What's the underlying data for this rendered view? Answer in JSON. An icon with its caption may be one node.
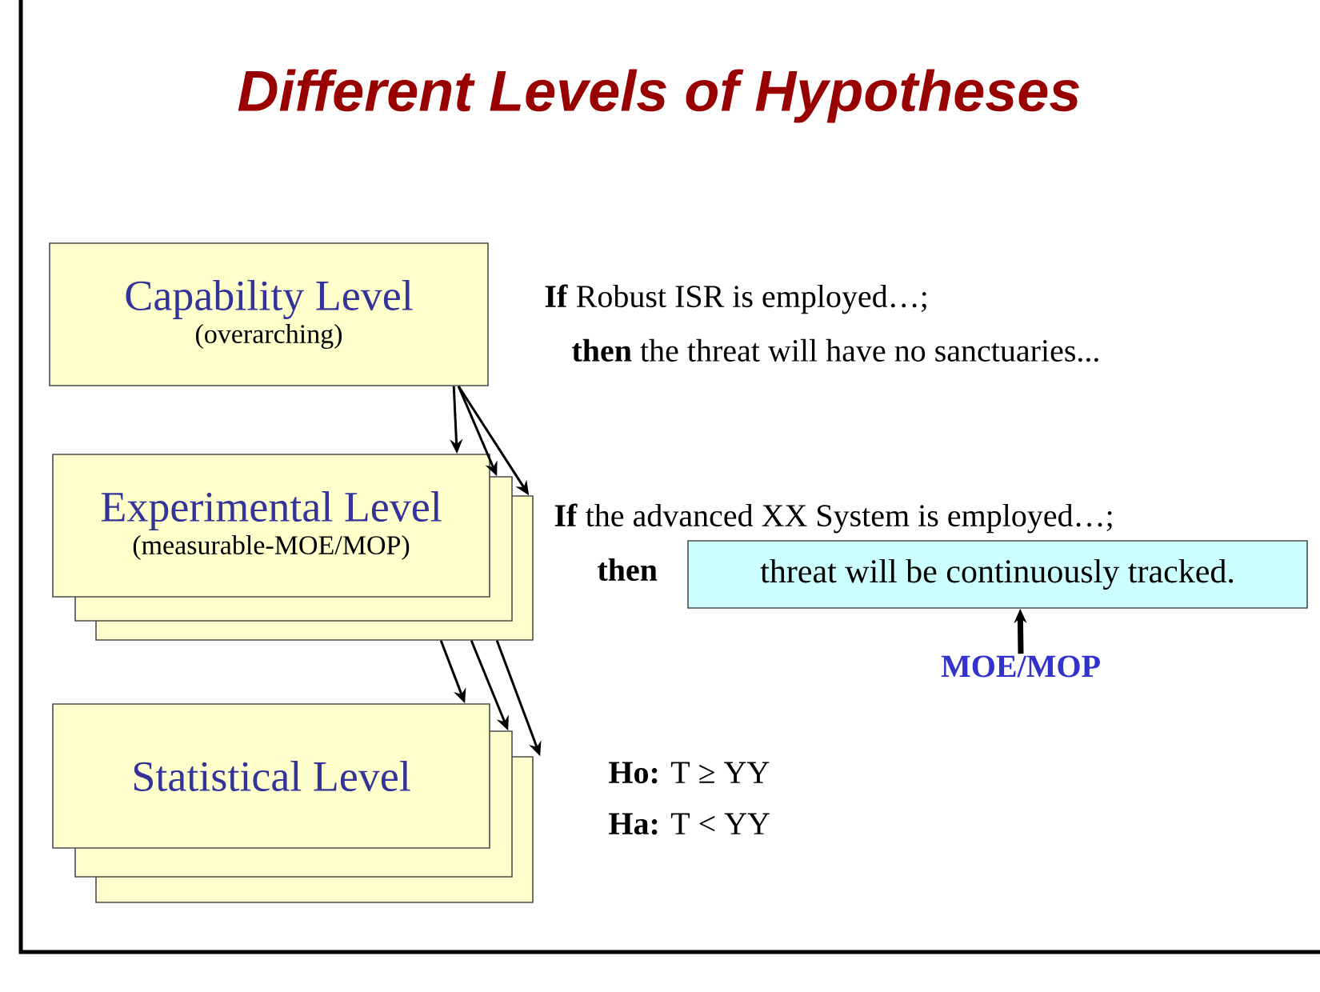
{
  "diagram": {
    "title": "Different Levels of Hypotheses",
    "nodes": [
      {
        "text": [
          "Capability Level",
          "(overarching)"
        ]
      },
      {
        "text": [
          "Experimental Level",
          "(measurable-MOE/MOP)"
        ]
      },
      {
        "text": [],
        "shape": "box"
      },
      {
        "text": [],
        "shape": "box"
      },
      {
        "text": [
          "Statistical Level"
        ]
      },
      {
        "text": [],
        "shape": "box"
      },
      {
        "text": [],
        "shape": "box"
      },
      {
        "text": [
          "threat will be continuously tracked."
        ]
      },
      {
        "text": [
          "MOE/MOP"
        ]
      }
    ],
    "edges": [
      {
        "from": 0,
        "to": 1,
        "arrow": "to"
      },
      {
        "from": 0,
        "to": 2,
        "arrow": "to"
      },
      {
        "from": 0,
        "to": 3,
        "arrow": "to"
      },
      {
        "from": 3,
        "to": 4,
        "arrow": "to"
      },
      {
        "from": 3,
        "to": 5,
        "arrow": "to"
      },
      {
        "from": 3,
        "to": 6,
        "arrow": "to"
      },
      {
        "from": 8,
        "to": 7,
        "arrow": "to",
        "style": "thick"
      }
    ],
    "labels": [
      "**If** Robust ISR is employed…;",
      "**then** the threat will have no sanctuaries...",
      "**If** the advanced XX System is employed…;",
      "**then**",
      "**Ho:**  T  ≥  YY",
      "**Ha:**  T  <  YY"
    ]
  }
}
